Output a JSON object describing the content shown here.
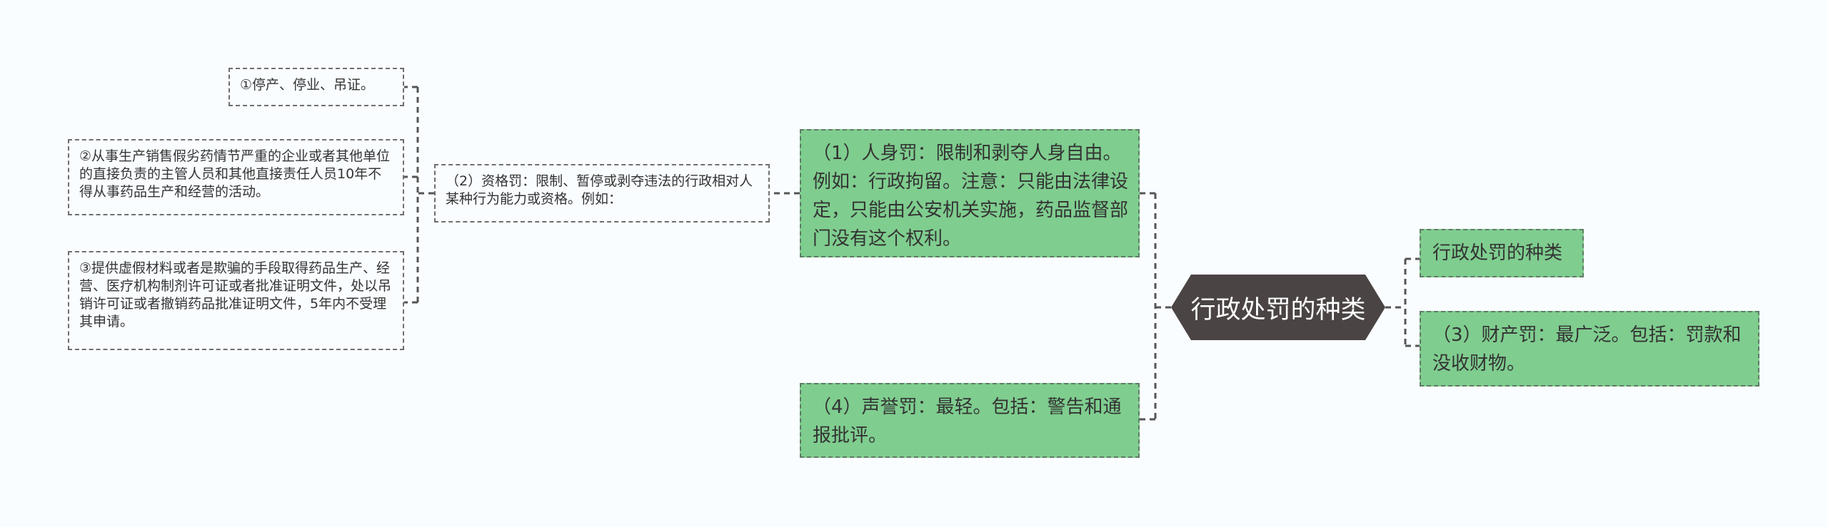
{
  "root": {
    "label": "行政处罚的种类"
  },
  "right": {
    "title": "行政处罚的种类",
    "property": "（3）财产罚：最广泛。包括：罚款和没收财物。"
  },
  "left": {
    "personal": "（1）人身罚：限制和剥夺人身自由。例如：行政拘留。注意：只能由法律设定，只能由公安机关实施，药品监督部门没有这个权利。",
    "reputation": "（4）声誉罚：最轻。包括：警告和通报批评。",
    "qualification": {
      "label": "（2）资格罚：限制、暂停或剥夺违法的行政相对人某种行为能力或资格。例如：",
      "examples": [
        "①停产、停业、吊证。",
        "②从事生产销售假劣药情节严重的企业或者其他单位的直接负责的主管人员和其他直接责任人员10年不得从事药品生产和经营的活动。",
        "③提供虚假材料或者是欺骗的手段取得药品生产、经营、医疗机构制剂许可证或者批准证明文件，处以吊销许可证或者撤销药品批准证明文件，5年内不受理其申请。"
      ]
    }
  }
}
